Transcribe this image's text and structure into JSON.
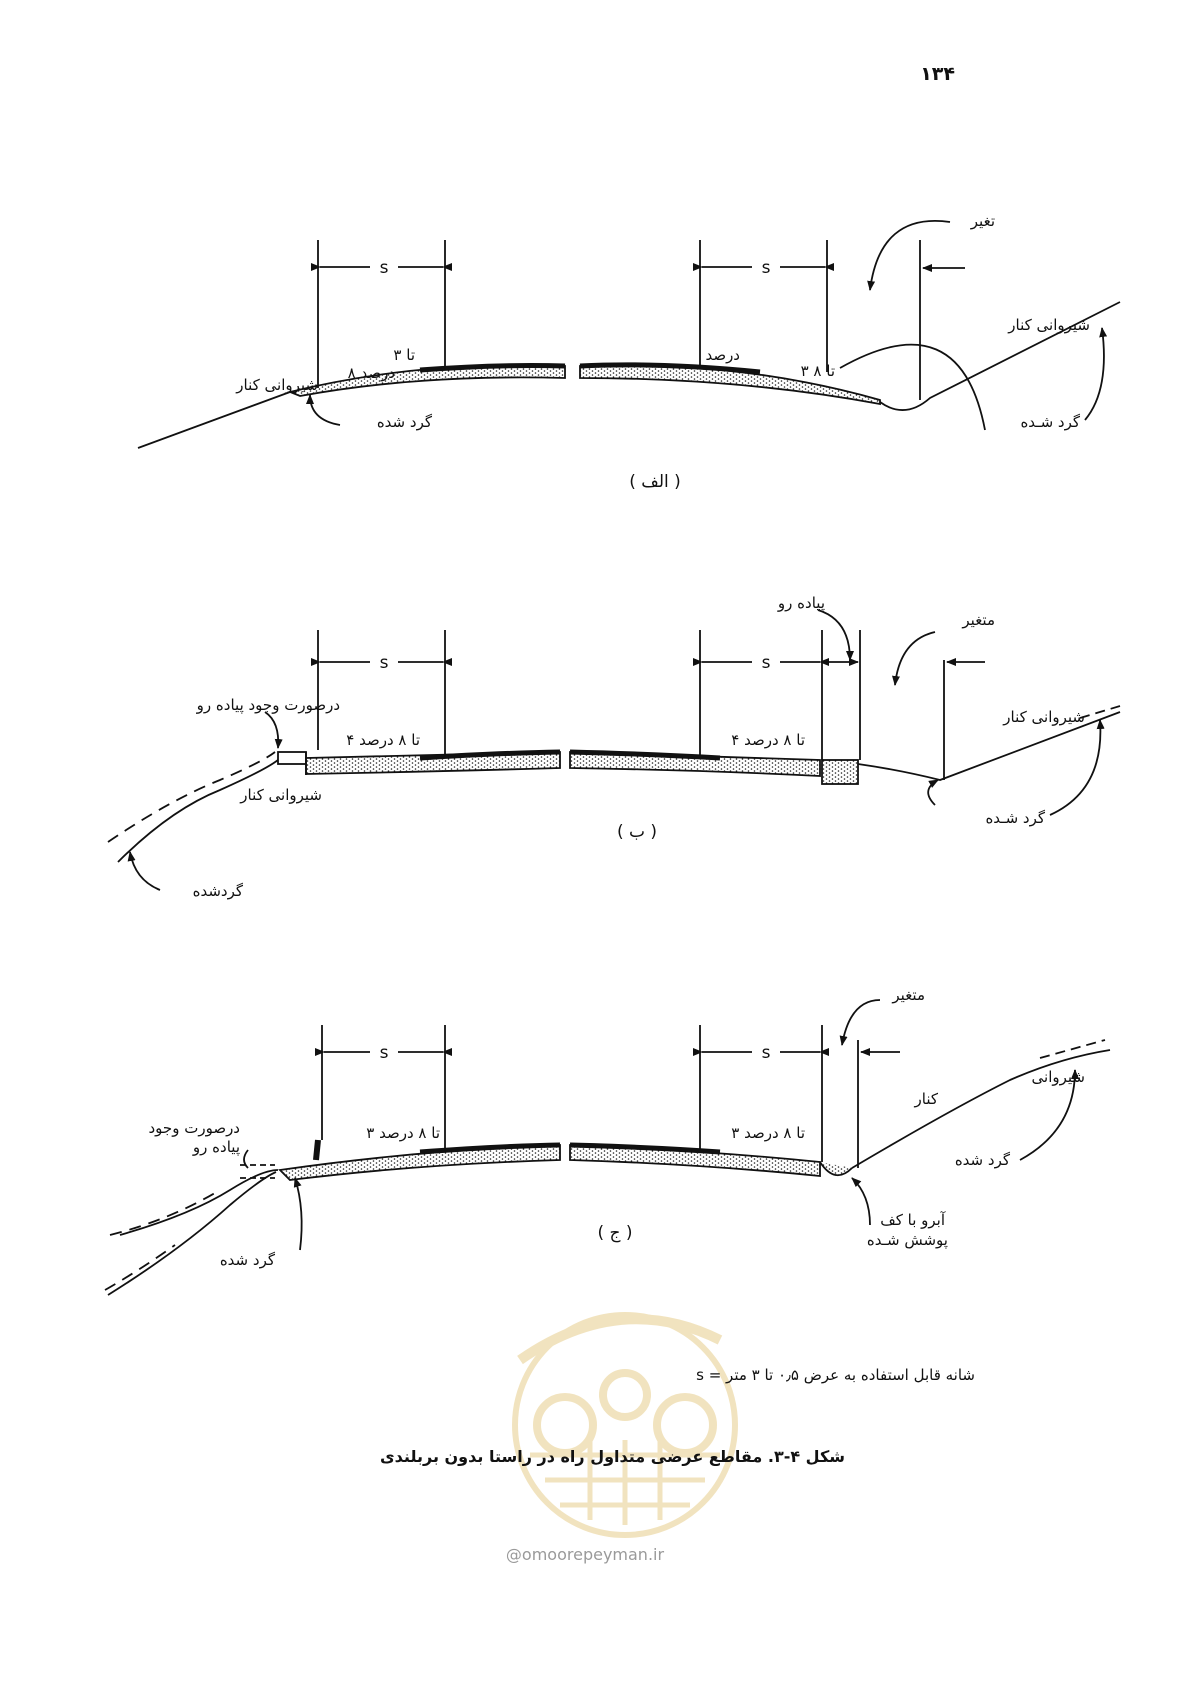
{
  "page_number": "۱۳۴",
  "figA": {
    "label": "( الف )",
    "s_left": "s",
    "s_right": "s",
    "slope_left_1": "۳ تا",
    "slope_left_2": "۸ درصد",
    "slope_right_1": "درصد",
    "slope_right_2": "۳ تا ۸",
    "side_slope_left": "شیروانی کنار",
    "rounded_left": "گرد شده",
    "variable": "تغیر",
    "side_slope_right": "شیروانی کنار",
    "rounded_right": "گرد شـده"
  },
  "figB": {
    "label": "( ب )",
    "s_left": "s",
    "s_right": "s",
    "slope_left": "۴ تا ۸ درصد",
    "slope_right": "۴ تا ۸ درصد",
    "if_sidewalk": "درصورت وجود پیاده رو",
    "side_slope_left": "شیروانی کنار",
    "rounded_left": "گردشده",
    "sidewalk": "پیاده رو",
    "variable": "متغیر",
    "side_slope_right": "شیروانی کنار",
    "rounded_right": "گرد شـده"
  },
  "figC": {
    "label": "( ج )",
    "s_left": "s",
    "s_right": "s",
    "slope_left": "۳ تا ۸ درصد",
    "slope_right": "۳ تا ۸ درصد",
    "if_sidewalk_1": "درصورت وجود",
    "if_sidewalk_2": "پیاده رو",
    "rounded_left": "گرد شده",
    "variable": "متغیر",
    "side_slope_right_1": "شیروانی",
    "side_slope_right_2": "کنار",
    "rounded_right": "گرد شده",
    "ditch_1": "آبرو با کف",
    "ditch_2": "پوشش شـده"
  },
  "legend": "s = شانه قابل استفاده به عرض ۰٫۵ تا ۳ متر",
  "caption": "شکل ۴-۳. مقاطع عرضی متداول راه در راستا بدون بربلندی",
  "watermark": "@omoorepeyman.ir"
}
